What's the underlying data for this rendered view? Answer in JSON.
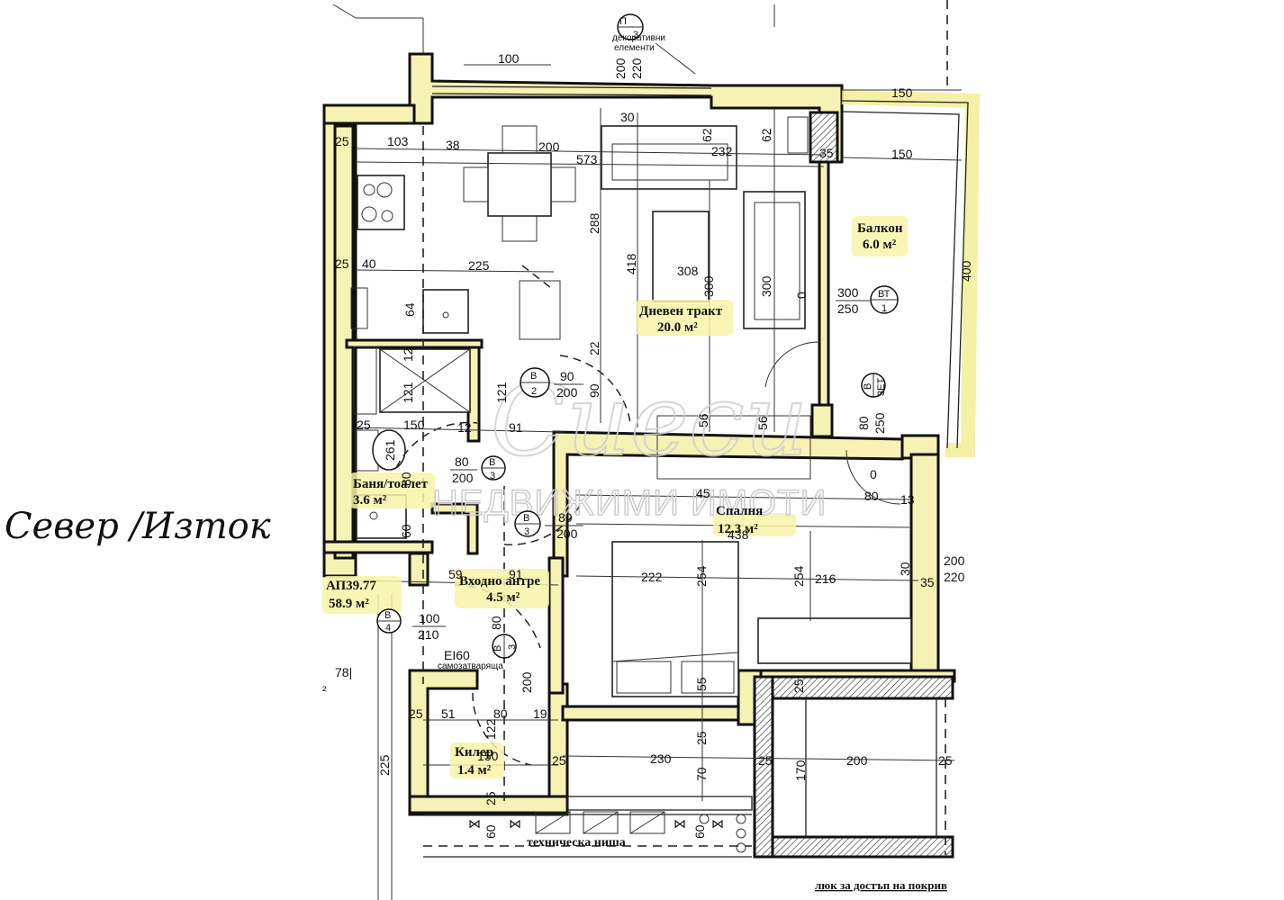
{
  "annotation": {
    "orientation": "Север /Изток"
  },
  "watermark": {
    "script": "Сиеси",
    "brand": "НЕДВИЖИМИ ИМОТИ"
  },
  "header_note": {
    "label_line1": "декоративни",
    "label_line2": "елементи",
    "tag_top": "П",
    "tag_bottom": "3",
    "dim_a": "200",
    "dim_b": "220",
    "dim_top": "100"
  },
  "apartment": {
    "code": "АП39.77",
    "area": "58.9 м²",
    "partial_left_label": "78|",
    "partial_left_area": "²"
  },
  "rooms": [
    {
      "id": "living",
      "name": "Дневен тракт",
      "area": "20.0 м²"
    },
    {
      "id": "balcony",
      "name": "Балкон",
      "area": "6.0 м²"
    },
    {
      "id": "bath",
      "name": "Баня/тоалет",
      "area": "3.6 м²"
    },
    {
      "id": "entry",
      "name": "Входно антре",
      "area": "4.5 м²"
    },
    {
      "id": "bedroom",
      "name": "Спалня",
      "area": "12.3 м²"
    },
    {
      "id": "storage",
      "name": "Килер",
      "area": "1.4 м²"
    }
  ],
  "doors": [
    {
      "id": "d2",
      "tag_top": "В",
      "tag_bottom": "2",
      "width": "90",
      "height": "200"
    },
    {
      "id": "d3a",
      "tag_top": "В",
      "tag_bottom": "3",
      "width": "80",
      "height": "200"
    },
    {
      "id": "d3b",
      "tag_top": "В",
      "tag_bottom": "3",
      "width": "80",
      "height": "200"
    },
    {
      "id": "d3c",
      "tag_top": "В",
      "tag_bottom": "3",
      "width": "80",
      "height": "200"
    },
    {
      "id": "dentry",
      "tag_top": "В",
      "tag_bottom": "4",
      "width": "100",
      "height": "210"
    },
    {
      "id": "dbal",
      "tag_top": "В",
      "tag_bottom": "3ЕТ",
      "width": "80",
      "height": "250"
    }
  ],
  "windows": [
    {
      "id": "w1",
      "tag_top": "ВТ",
      "tag_bottom": "1",
      "width": "300",
      "height": "250"
    }
  ],
  "fire_door": {
    "rating": "EI60",
    "note": "самозатваряща"
  },
  "technical": {
    "niche": "техническа ниша",
    "roof_hatch": "люк за достъп на покрив"
  },
  "dimensions": {
    "top": [
      "100",
      "30",
      "62",
      "62",
      "232",
      "35",
      "150",
      "150"
    ],
    "kitchen": [
      "25",
      "103",
      "38",
      "200",
      "573",
      "25",
      "40",
      "225",
      "64"
    ],
    "living": [
      "288",
      "418",
      "308",
      "300",
      "300",
      "0",
      "22",
      "90",
      "56",
      "56"
    ],
    "balcony": [
      "400",
      "300",
      "250",
      "80",
      "250",
      "0",
      "80",
      "13"
    ],
    "bath": [
      "12",
      "121",
      "121",
      "25",
      "150",
      "12",
      "91",
      "261",
      "80",
      "60"
    ],
    "entry": [
      "59",
      "91",
      "45",
      "438",
      "100",
      "210",
      "80",
      "200"
    ],
    "bedroom": [
      "222",
      "254",
      "254",
      "216",
      "30",
      "35",
      "200",
      "220",
      "55"
    ],
    "storage": [
      "25",
      "51",
      "80",
      "19",
      "122",
      "150",
      "25",
      "225"
    ],
    "bottom": [
      "25",
      "25",
      "230",
      "70",
      "60",
      "60",
      "25",
      "170",
      "200",
      "25",
      "25"
    ]
  }
}
